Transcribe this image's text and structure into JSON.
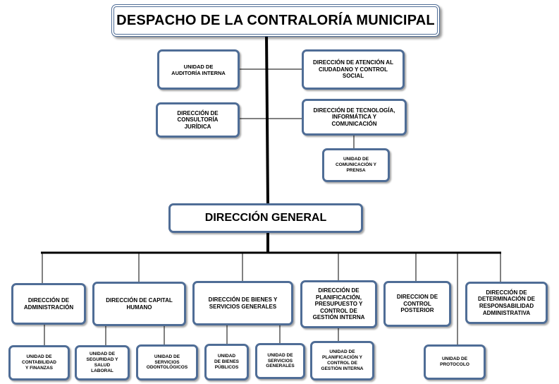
{
  "org_chart": {
    "top": "DESPACHO DE LA CONTRALORÍA MUNICIPAL",
    "auditoria": "UNIDAD DE\nAUDITORÍA INTERNA",
    "atencion": "DIRECCIÓN DE ATENCIÓN AL\nCIUDADANO Y CONTROL\nSOCIAL",
    "consultoria": "DIRECCIÓN DE\nCONSULTORÍA\nJURÍDICA",
    "tecnologia": "DIRECCIÓN DE TECNOLOGÍA,\nINFORMÁTICA Y\nCOMUNICACIÓN",
    "comunicacion": "UNIDAD DE\nCOMUNICACIÓN Y\nPRENSA",
    "general": "DIRECCIÓN GENERAL",
    "administracion": "DIRECCIÓN DE\nADMINISTRACIÓN",
    "capital": "DIRECCIÓN DE CAPITAL\nHUMANO",
    "bienes": "DIRECCIÓN DE BIENES Y\nSERVICIOS GENERALES",
    "planificacion": "DIRECCIÓN DE\nPLANIFICACIÓN,\nPRESUPUESTO Y\nCONTROL DE\nGESTIÓN INTERNA",
    "control_posterior": "DIRECCION DE\nCONTROL\nPOSTERIOR",
    "determinacion": "DIRECCIÓN DE\nDETERMINACIÓN DE\nRESPONSABILIDAD\nADMINISTRATIVA",
    "contabilidad": "UNIDAD DE\nCONTABILIDAD\nY FINANZAS",
    "seguridad": "UNIDAD DE\nSEGURIDAD Y\nSALUD\nLABORAL",
    "odontologicos": "UNIDAD DE\nSERVICIOS\nODONTOLÓGICOS",
    "bienes_publicos": "UNIDAD\nDE BIENES\nPÚBLICOS",
    "servicios_generales": "UNIDAD DE\nSERVICIOS\nGENERALES",
    "unidad_planificacion": "UNIDAD DE\nPLANIFICACIÓN Y\nCONTROL DE\nGESTIÓN INTERNA",
    "protocolo": "UNIDAD DE\nPROTOCOLO"
  },
  "colors": {
    "border": "#4f6d96",
    "connector": "#000000"
  }
}
